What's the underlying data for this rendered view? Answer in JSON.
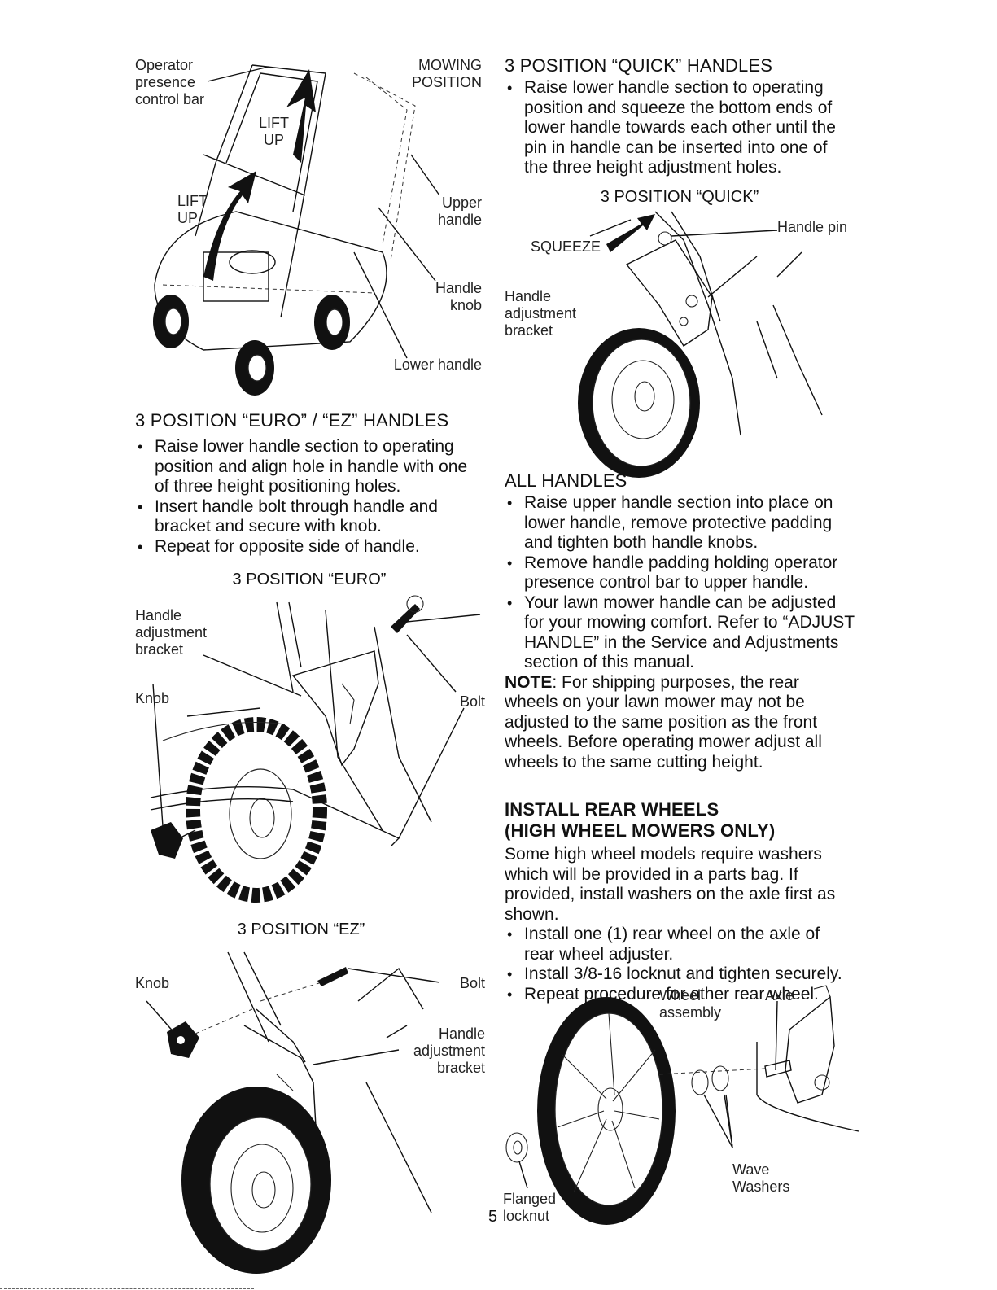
{
  "fig_mower": {
    "operator_label": "Operator\npresence\ncontrol bar",
    "mowing_position": "MOWING\nPOSITION",
    "lift_up_upper": "LIFT\nUP",
    "lift_up_lower": "LIFT\nUP",
    "upper_handle": "Upper\nhandle",
    "handle_knob": "Handle\nknob",
    "lower_handle": "Lower handle"
  },
  "euro_section": {
    "heading": "3 POSITION “EURO” / “EZ” HANDLES",
    "bullets": [
      "Raise lower handle section to operating position and align hole in handle with one of three height positioning holes.",
      "Insert handle bolt through handle and bracket and secure with knob.",
      "Repeat for opposite side of handle."
    ]
  },
  "fig_euro": {
    "caption": "3 POSITION “EURO”",
    "bracket_label": "Handle\nadjustment\nbracket",
    "knob_label": "Knob",
    "bolt_label": "Bolt"
  },
  "fig_ez": {
    "caption": "3 POSITION “EZ”",
    "knob_label": "Knob",
    "bolt_label": "Bolt",
    "bracket_label": "Handle\nadjustment\nbracket"
  },
  "quick_section": {
    "heading": "3 POSITION “QUICK” HANDLES",
    "bullets": [
      "Raise lower handle section to operating position and squeeze the bottom ends of lower handle towards each other until the pin in handle can be inserted into one of the three height adjustment holes."
    ]
  },
  "fig_quick": {
    "caption": "3 POSITION “QUICK”",
    "handle_pin": "Handle pin",
    "squeeze": "SQUEEZE",
    "bracket_label": "Handle\nadjustment\nbracket"
  },
  "all_section": {
    "heading": "ALL HANDLES",
    "bullets": [
      "Raise upper handle section into place on lower handle, remove protective padding and tighten both handle knobs.",
      "Remove handle padding holding operator presence control bar to upper handle.",
      "Your lawn mower handle can be adjusted for your mowing comfort. Refer to “ADJUST HANDLE” in the Service and Adjustments section of this manual."
    ],
    "note_label": "NOTE",
    "note_text": ": For shipping purposes, the rear wheels on your lawn mower may not be adjusted to the same position as the front wheels. Before operating mower adjust all wheels to the same cutting height."
  },
  "rear_section": {
    "heading_line1": "INSTALL REAR WHEELS",
    "heading_line2": "(HIGH WHEEL MOWERS ONLY)",
    "intro": "Some high wheel models require washers which will be provided in a parts bag. If provided, install washers on the axle first as shown.",
    "bullets": [
      "Install one (1) rear wheel on the axle of rear wheel adjuster.",
      "Install 3/8-16 locknut and tighten securely.",
      "Repeat procedure for other rear wheel."
    ]
  },
  "fig_rear": {
    "wheel_assembly": "Wheel\nassembly",
    "axle": "Axle",
    "wave_washers": "Wave\nWashers",
    "flanged_locknut": "Flanged\nlocknut"
  },
  "page_number": "5"
}
